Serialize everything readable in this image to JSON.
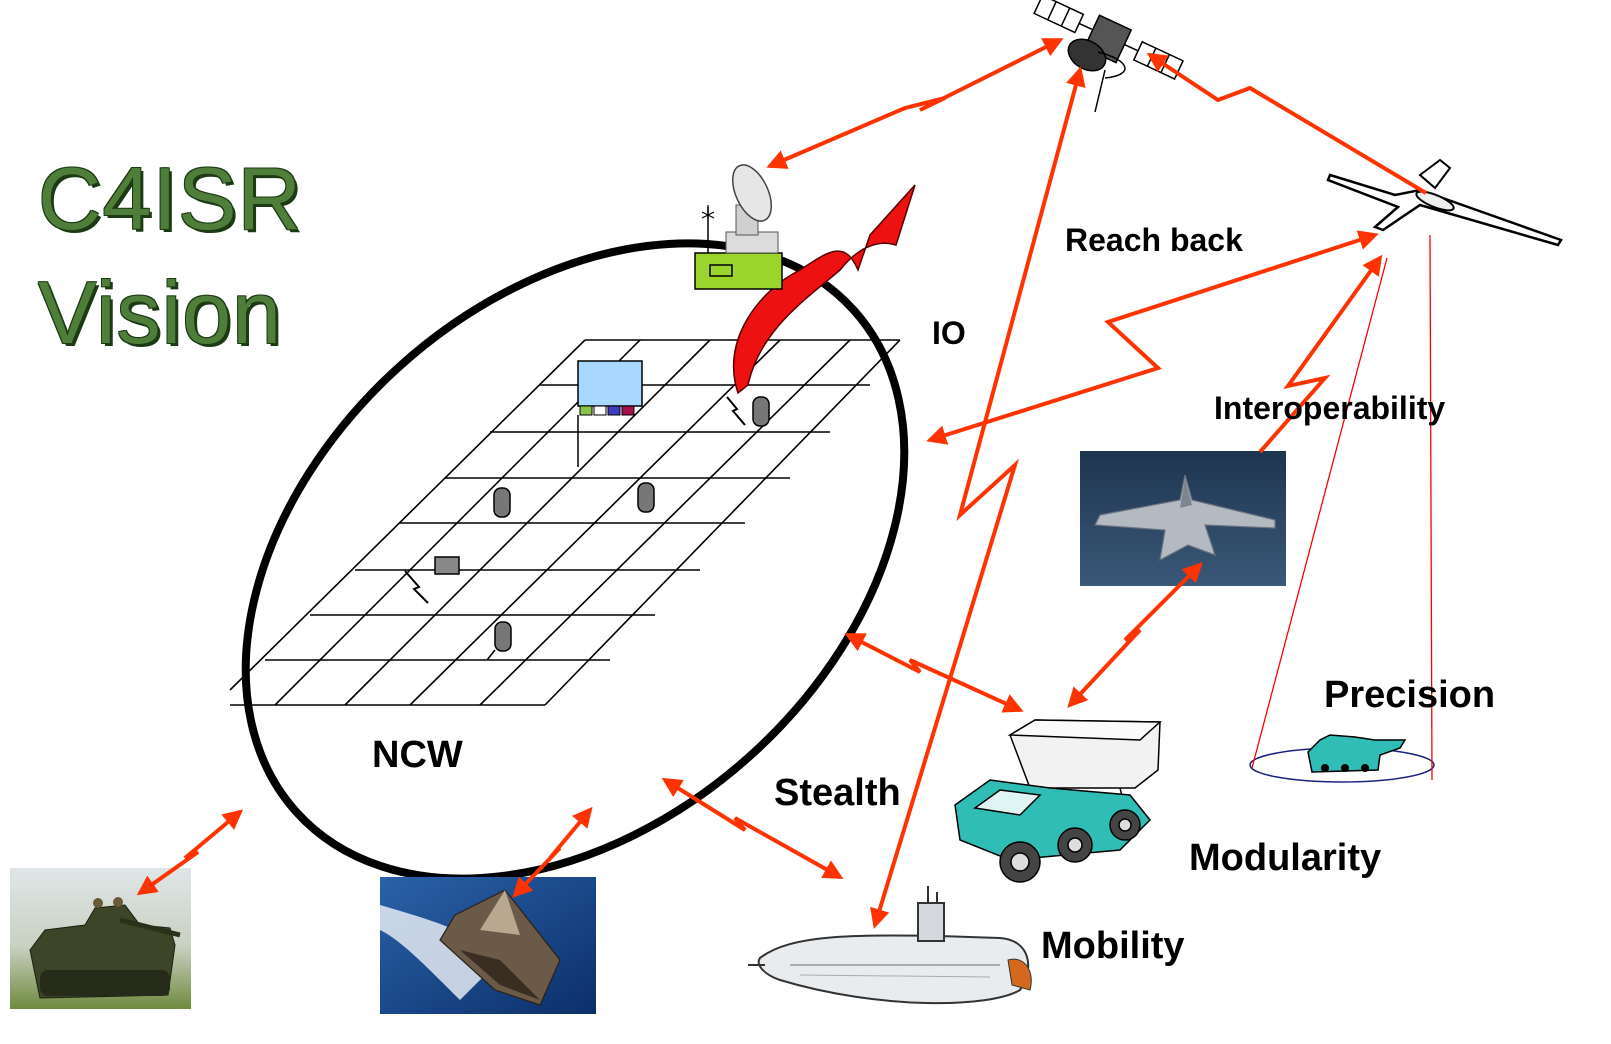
{
  "title": {
    "line1": "C4ISR",
    "line2": "Vision"
  },
  "labels": {
    "reach_back": "Reach back",
    "io": "IO",
    "interoperability": "Interoperability",
    "precision": "Precision",
    "ncw": "NCW",
    "stealth": "Stealth",
    "modularity": "Modularity",
    "mobility": "Mobility"
  },
  "icons": [
    "satellite-icon",
    "ground-station-icon",
    "uav-icon",
    "fighter-jet-icon",
    "armored-vehicle-icon",
    "tank-icon",
    "stealth-boat-icon",
    "submarine-icon",
    "artillery-icon",
    "io-attack-icon"
  ],
  "colors": {
    "link": "#ff3300",
    "title": "#4f7d3a",
    "ellipse": "#000000",
    "io_arrow": "#ee1111"
  }
}
